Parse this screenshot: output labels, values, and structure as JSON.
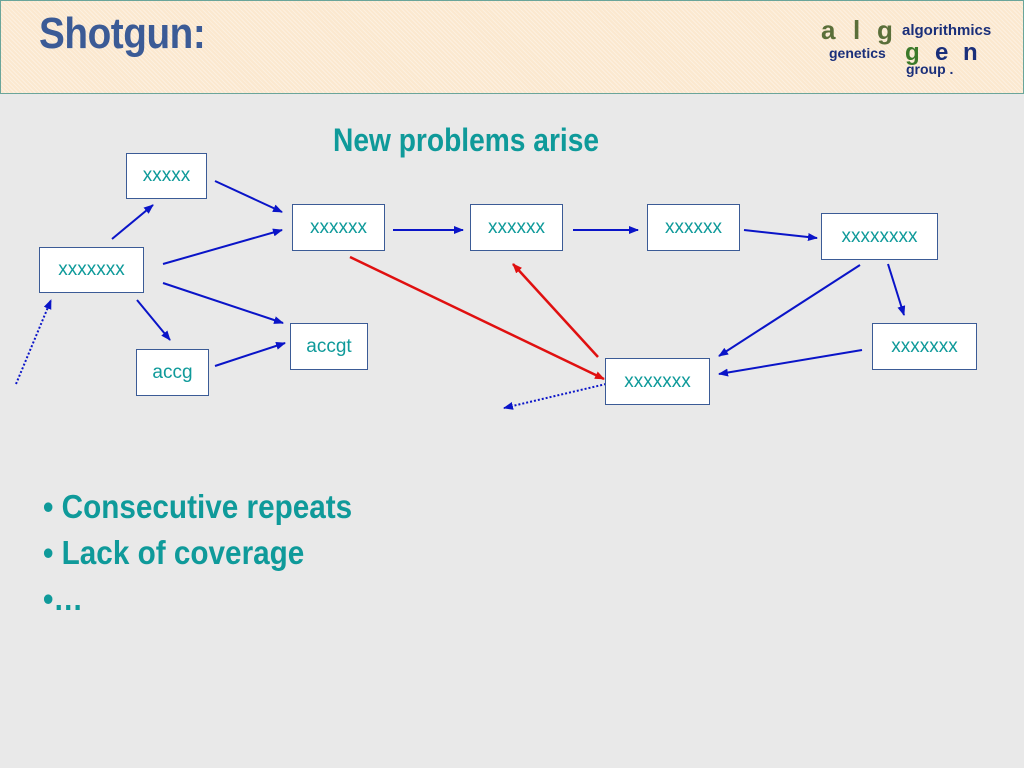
{
  "header": {
    "title": "Shotgun:"
  },
  "logo": {
    "letters_a": "a",
    "letters_l": "l",
    "letters_g": "g",
    "word_algorithmics": "algorithmics",
    "word_genetics": "genetics",
    "letters_gen_g": "g",
    "letters_gen_e": "e",
    "letters_gen_n": "n",
    "word_group": "group ."
  },
  "diagram": {
    "subtitle": "New problems arise",
    "nodes": {
      "n1": "xxxxxxx",
      "n2": "xxxxx",
      "n3": "accg",
      "n4": "xxxxxx",
      "n5": "accgt",
      "n6": "xxxxxx",
      "n7": "xxxxxx",
      "n8": "xxxxxxxx",
      "n9": "xxxxxxx",
      "n10": "xxxxxxx"
    },
    "colors": {
      "arrow": "#0a14c8",
      "problem_arrow": "#e01010",
      "node_text": "#0f9a9a",
      "node_border": "#3b5b96"
    }
  },
  "bullets": [
    "• Consecutive repeats",
    "• Lack of  coverage",
    "•…"
  ]
}
